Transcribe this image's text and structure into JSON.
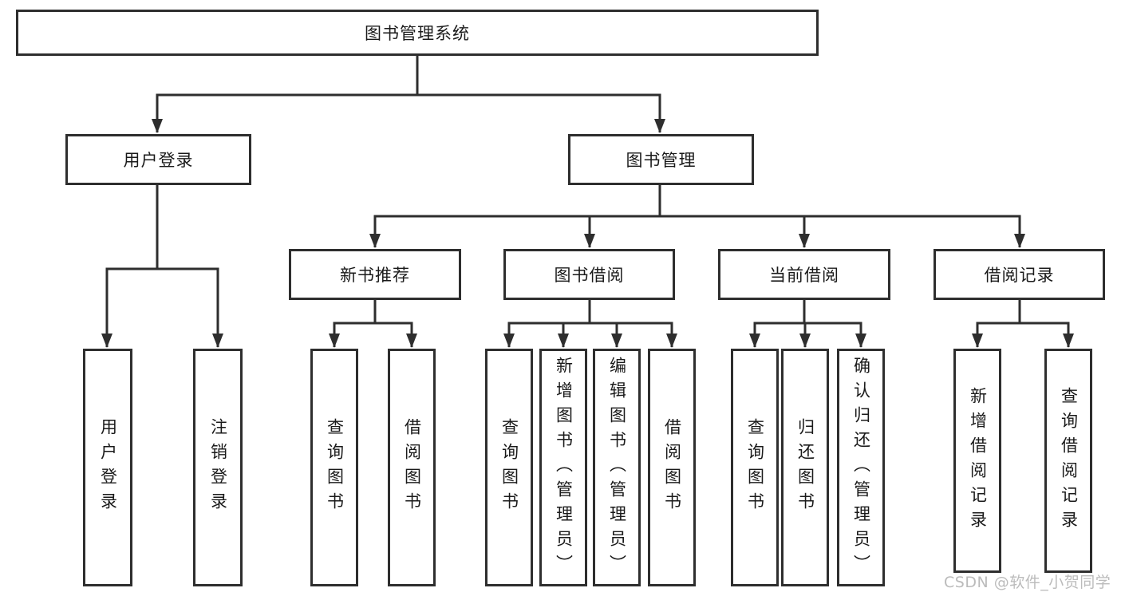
{
  "tree": {
    "root": {
      "label": "图书管理系统"
    },
    "level2": [
      {
        "id": "user-login",
        "label": "用户登录"
      },
      {
        "id": "book-management",
        "label": "图书管理"
      }
    ],
    "level3": [
      {
        "id": "new-book-recommend",
        "label": "新书推荐"
      },
      {
        "id": "book-borrowing",
        "label": "图书借阅"
      },
      {
        "id": "current-borrowing",
        "label": "当前借阅"
      },
      {
        "id": "borrowing-records",
        "label": "借阅记录"
      }
    ],
    "leaves": {
      "user_login": [
        "用户登录",
        "注销登录"
      ],
      "new_book_recommend": [
        "查询图书",
        "借阅图书"
      ],
      "book_borrowing": [
        "查询图书",
        "新增图书（管理员）",
        "编辑图书（管理员）",
        "借阅图书"
      ],
      "current_borrowing": [
        "查询图书",
        "归还图书",
        "确认归还（管理员）"
      ],
      "borrowing_records": [
        "新增借阅记录",
        "查询借阅记录"
      ]
    }
  },
  "watermark": {
    "text": "CSDN @软件_小贺同学"
  },
  "colors": {
    "line": "#2e2e2e",
    "border": "#2e2e2e",
    "fill": "#ffffff",
    "text": "#1a1a1a",
    "background": "#ffffff",
    "watermark": "#b4b4b4"
  }
}
